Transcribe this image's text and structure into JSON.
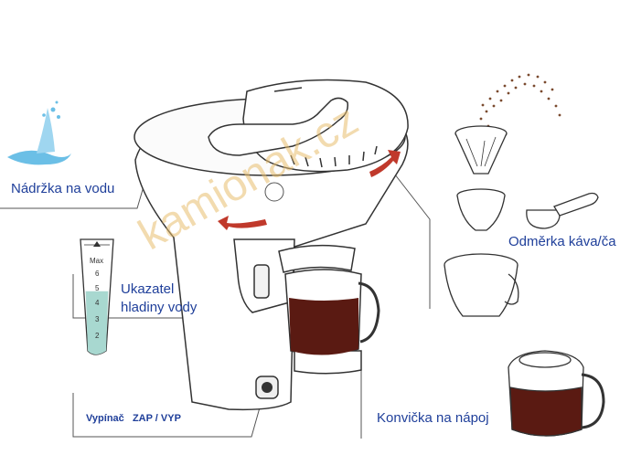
{
  "labels": {
    "tank": "Nádržka na vodu",
    "level_line1": "Ukazatel",
    "level_line2": "hladiny vody",
    "switch": "Vypínač   ZAP / VYP",
    "measure": "Odměrka káva/ča",
    "jug": "Konvička na nápoj"
  },
  "gauge": {
    "top": "Max",
    "marks": [
      "6",
      "5",
      "4",
      "3",
      "2"
    ],
    "fill_percent": 55
  },
  "watermark": "kamionak.cz",
  "colors": {
    "label": "#1f3f9a",
    "arrow": "#c0392b",
    "water": "#a8d8d0",
    "coffee": "#5a1a12",
    "watermark": "#e8be6e"
  }
}
